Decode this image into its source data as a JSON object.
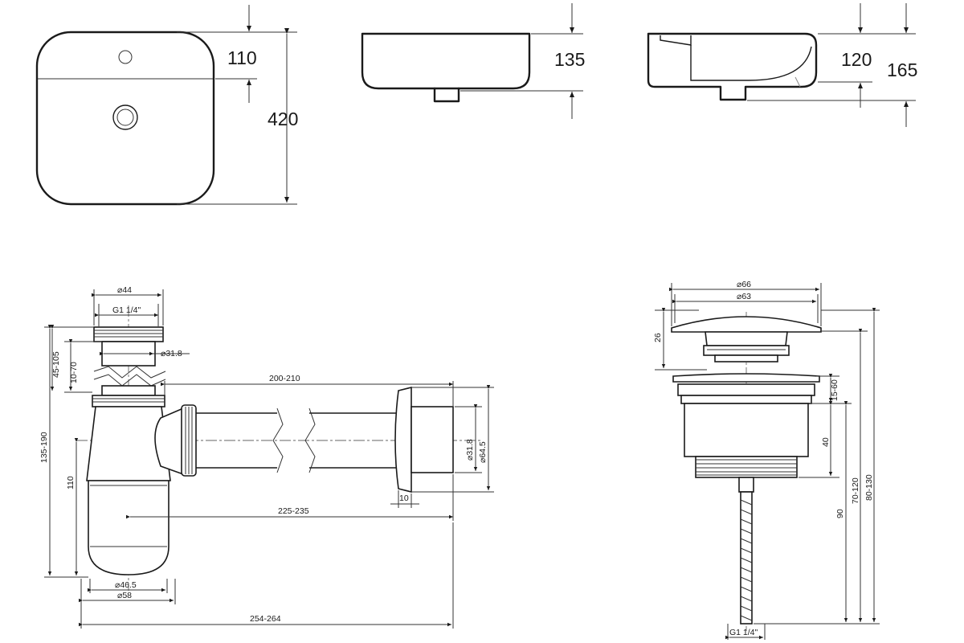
{
  "basin_top_view": {
    "dim_height": "420",
    "dim_overflow": "110"
  },
  "basin_front_view": {
    "dim_height": "135"
  },
  "basin_side_view": {
    "dim_inner": "120",
    "dim_total": "165"
  },
  "siphon": {
    "d_top": "⌀44",
    "thread_top": "G1 1/4\"",
    "d_inlet_pipe": "⌀31.8",
    "adjust_upper": "45-105",
    "adjust_short": "10-70",
    "height_total": "135-190",
    "height_body": "110",
    "pipe_len_upper": "200-210",
    "pipe_len_lower": "225-235",
    "wall_d_inner": "⌀31.8",
    "wall_d_outer": "⌀64.5",
    "flange_thk": "10",
    "bottle_d_inner": "⌀46.5",
    "bottle_d_outer": "⌀58",
    "length_total": "254-264"
  },
  "drain_valve": {
    "d_outer": "⌀66",
    "d_inner": "⌀63",
    "cap_height": "26",
    "range_a": "15-60",
    "body_height": "40",
    "range_b": "70-120",
    "range_c": "80-130",
    "stem_len": "90",
    "thread": "G1 1/4\""
  }
}
